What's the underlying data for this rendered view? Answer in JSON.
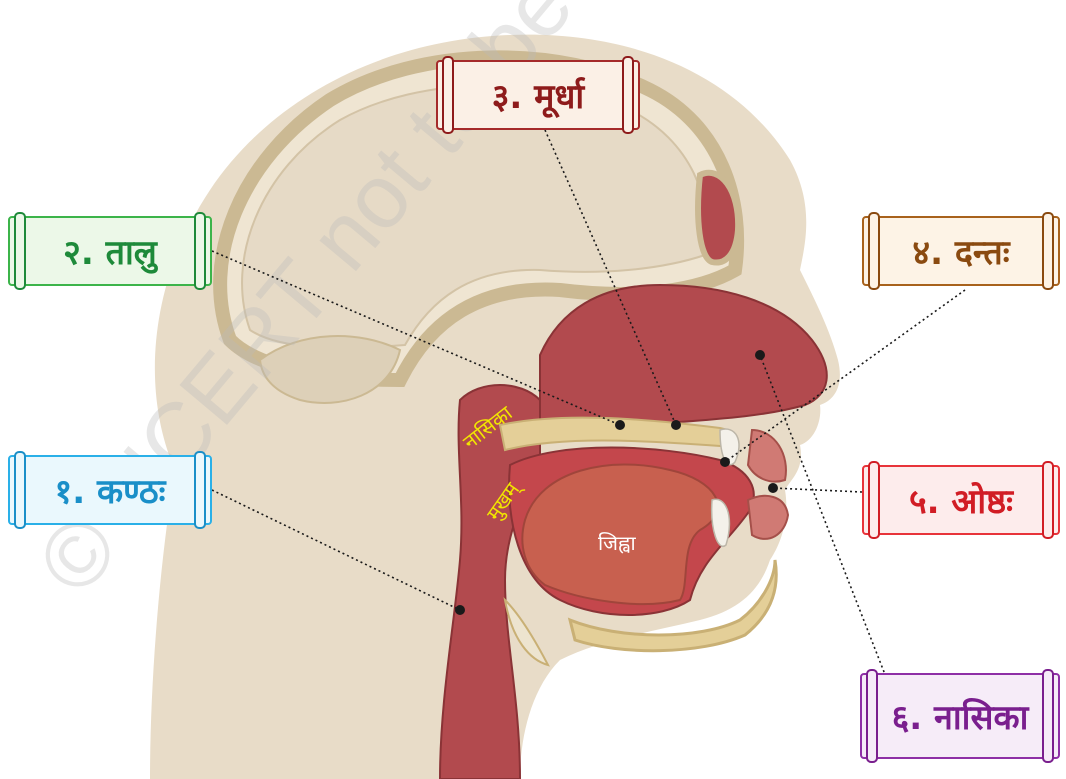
{
  "labels": {
    "throat": "१. कण्ठः",
    "palate": "२. तालु",
    "cerebral": "३. मूर्धा",
    "teeth": "४. दन्तः",
    "lips": "५. ओष्ठः",
    "nose": "६. नासिका"
  },
  "inner_labels": {
    "nasal": "नासिका",
    "mouth": "मुखम्",
    "tongue": "जिह्वा"
  },
  "watermark": "© NCERT not to be republished",
  "colors": {
    "skin": "#e8dcc8",
    "skull": "#cbb993",
    "tissue": "#b24a4e",
    "muscle": "#c45a50",
    "inner_text": "#f2e600"
  }
}
